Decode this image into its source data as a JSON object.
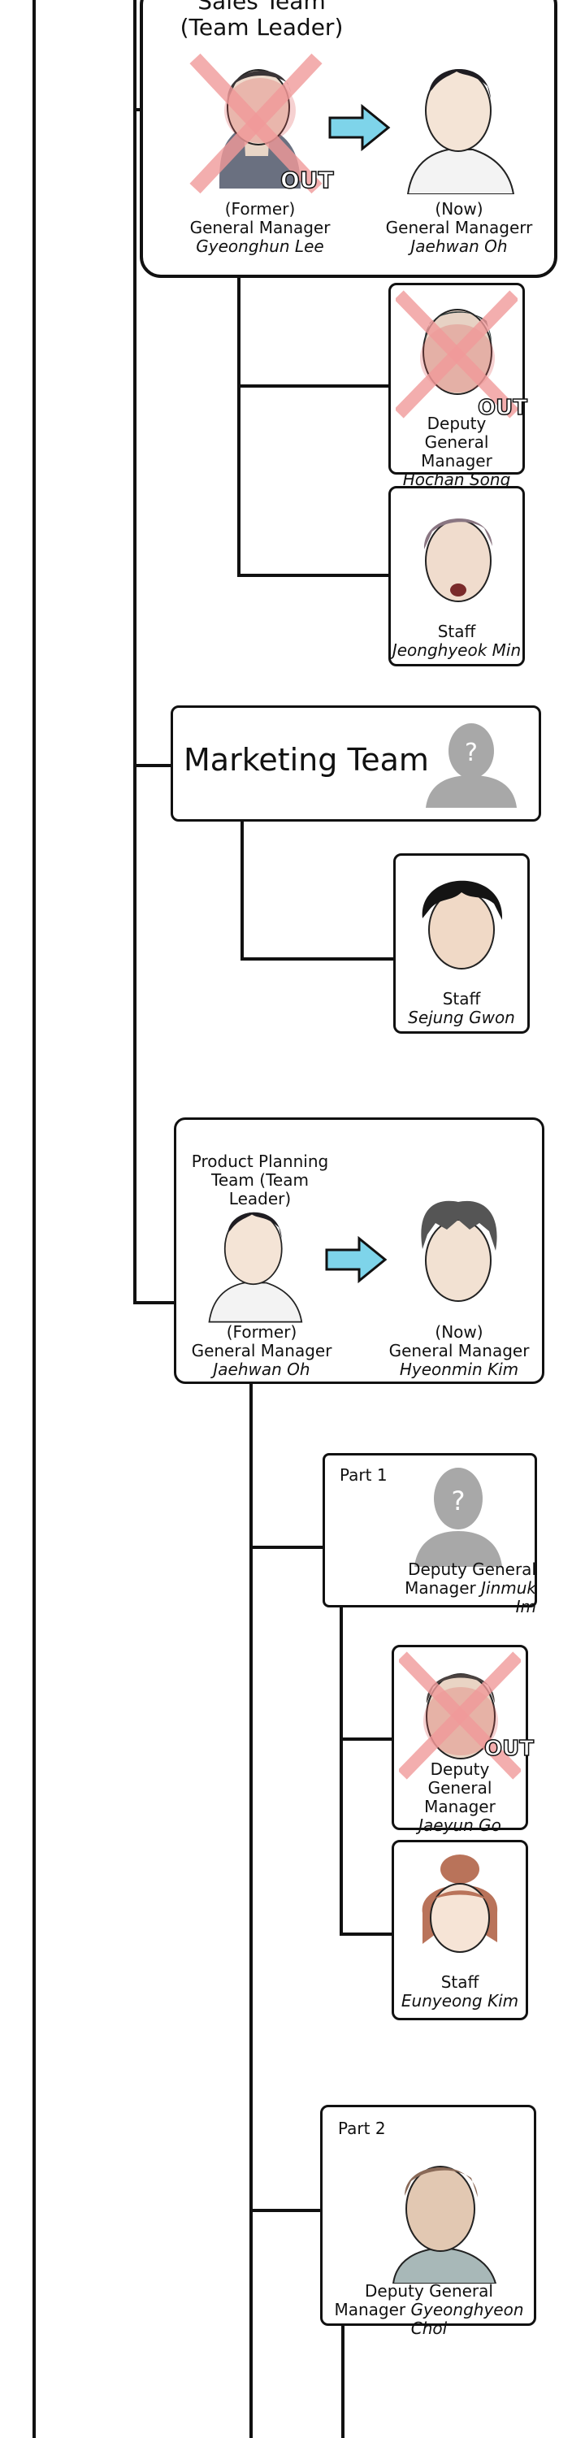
{
  "sales": {
    "title": [
      "Sales Team",
      "(Team Leader)"
    ],
    "former": {
      "label": [
        "(Former)",
        "General Manager"
      ],
      "name": "Gyeonghun Lee",
      "badge": "OUT"
    },
    "now": {
      "label": [
        "(Now)",
        "General Managerr"
      ],
      "name": "Jaehwan Oh"
    },
    "deputy": {
      "label": [
        "Deputy",
        "General Manager"
      ],
      "name": "Hochan Song",
      "badge": "OUT"
    },
    "staff": {
      "label": "Staff",
      "name": "Jeonghyeok Min"
    }
  },
  "marketing": {
    "title": "Marketing Team",
    "staff": {
      "label": "Staff",
      "name": "Sejung Gwon"
    }
  },
  "planning": {
    "title": [
      "Product Planning",
      "Team (Team Leader)"
    ],
    "former": {
      "label": [
        "(Former)",
        "General Manager"
      ],
      "name": "Jaehwan Oh"
    },
    "now": {
      "label": [
        "(Now)",
        "General Manager"
      ],
      "name": "Hyeonmin Kim"
    },
    "part1": {
      "title": "Part 1",
      "head": {
        "label": "Deputy General",
        "label2": "Manager",
        "name": "Jinmuk Im"
      },
      "deputy": {
        "label": [
          "Deputy",
          "General Manager"
        ],
        "name": "Jaeyun Go",
        "badge": "OUT"
      },
      "staff": {
        "label": "Staff",
        "name": "Eunyeong Kim"
      }
    },
    "part2": {
      "title": "Part 2",
      "head": {
        "label": "Deputy General",
        "label2": "Manager",
        "name": "Gyeonghyeon Choi"
      }
    }
  },
  "colors": {
    "arrow": "#7ed4ea",
    "cross": "#f19a9a",
    "silhouette": "#a8a8a8",
    "line": "#111111"
  }
}
